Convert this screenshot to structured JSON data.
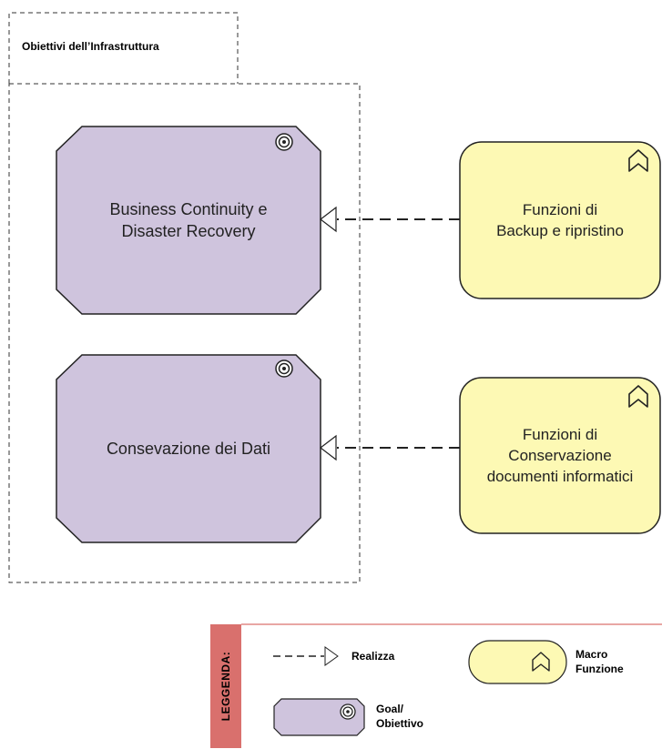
{
  "group": {
    "title": "Obiettivi dell’Infrastruttura"
  },
  "goals": [
    {
      "label": "Business Continuity e\nDisaster Recovery"
    },
    {
      "label": "Consevazione dei Dati"
    }
  ],
  "functions": [
    {
      "label": "Funzioni di\nBackup e ripristino"
    },
    {
      "label": "Funzioni di\nConservazione\ndocumenti informatici"
    }
  ],
  "legend": {
    "title": "LEGGENDA:",
    "realizza": "Realizza",
    "macro_funzione": "Macro\nFunzione",
    "goal": "Goal/\nObiettivo"
  },
  "colors": {
    "goal_fill": "#cfc4dd",
    "function_fill": "#fdf9b4",
    "legend_bar": "#d9706d"
  }
}
